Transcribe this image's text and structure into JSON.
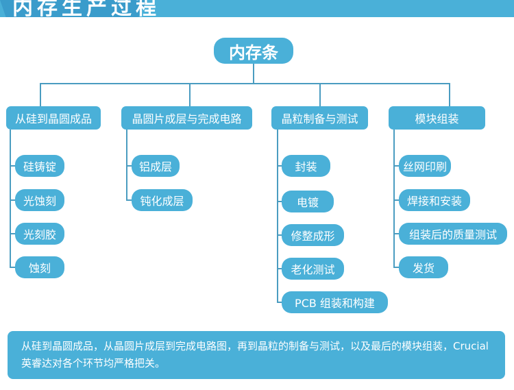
{
  "title": "内存生产过程",
  "root": "内存条",
  "categories": [
    {
      "label": "从硅到晶圆成品",
      "children": [
        "硅铸锭",
        "光蚀刻",
        "光刻胶",
        "蚀刻"
      ]
    },
    {
      "label": "晶圆片成层与完成电路",
      "children": [
        "铝成层",
        "钝化成层"
      ]
    },
    {
      "label": "晶粒制备与测试",
      "children": [
        "封装",
        "电镀",
        "修整成形",
        "老化测试",
        "PCB 组装和构建"
      ]
    },
    {
      "label": "模块组装",
      "children": [
        "丝网印刷",
        "焊接和安装",
        "组装后的质量测试",
        "发货"
      ]
    }
  ],
  "note": "从硅到晶圆成品，从晶圆片成层到完成电路图，再到晶粒的制备与测试，以及最后的模块组装，Crucial英睿达对各个环节均严格把关。",
  "colors": {
    "pill": "#4ab0d8",
    "line": "#4a9cc0",
    "band": "#4ab0d8"
  }
}
